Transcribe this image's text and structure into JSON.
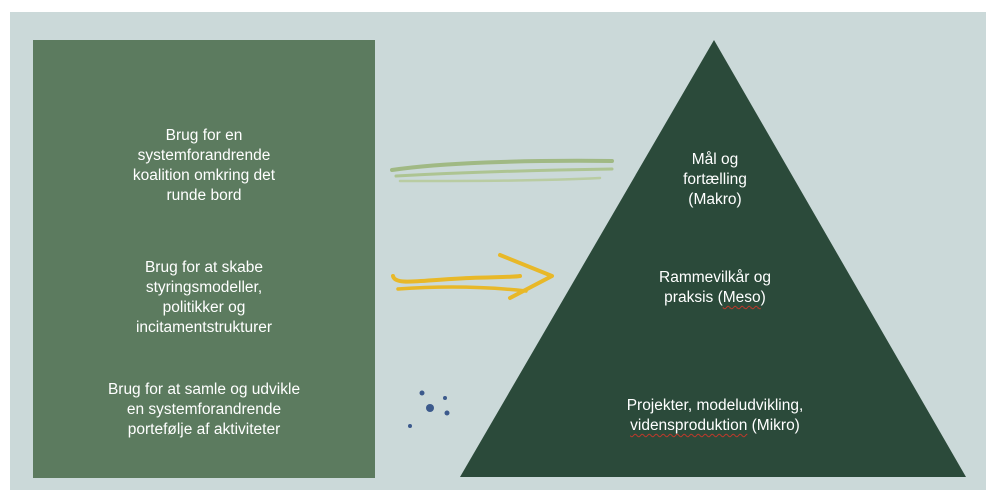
{
  "left_panel": {
    "items": [
      {
        "lines": [
          "Brug for en",
          "systemforandrende",
          "koalition omkring det",
          "runde bord"
        ]
      },
      {
        "lines": [
          "Brug for at skabe",
          "styringsmodeller,",
          "politikker  og",
          "incitamentstrukturer"
        ]
      },
      {
        "lines": [
          "Brug for at samle og udvikle",
          "en systemforandrende",
          "portefølje af aktiviteter"
        ]
      }
    ]
  },
  "pyramid": {
    "levels": [
      {
        "lines": [
          "Mål og",
          "fortælling",
          "(Makro)"
        ]
      },
      {
        "line1": "Rammevilkår og",
        "line2_prefix": "praksis (",
        "line2_underlined": "Meso",
        "line2_suffix": ")"
      },
      {
        "line1": "Projekter, modeludvikling,",
        "line2_underlined": "vidensproduktion",
        "line2_suffix": " (Mikro)"
      }
    ]
  },
  "colors": {
    "background": "#cbd9d9",
    "left_panel": "#5c7b5f",
    "pyramid": "#2b4a3a",
    "arrow": "#e8b828",
    "green_stroke": "#9bb57a",
    "dots": "#3c5a8c"
  }
}
